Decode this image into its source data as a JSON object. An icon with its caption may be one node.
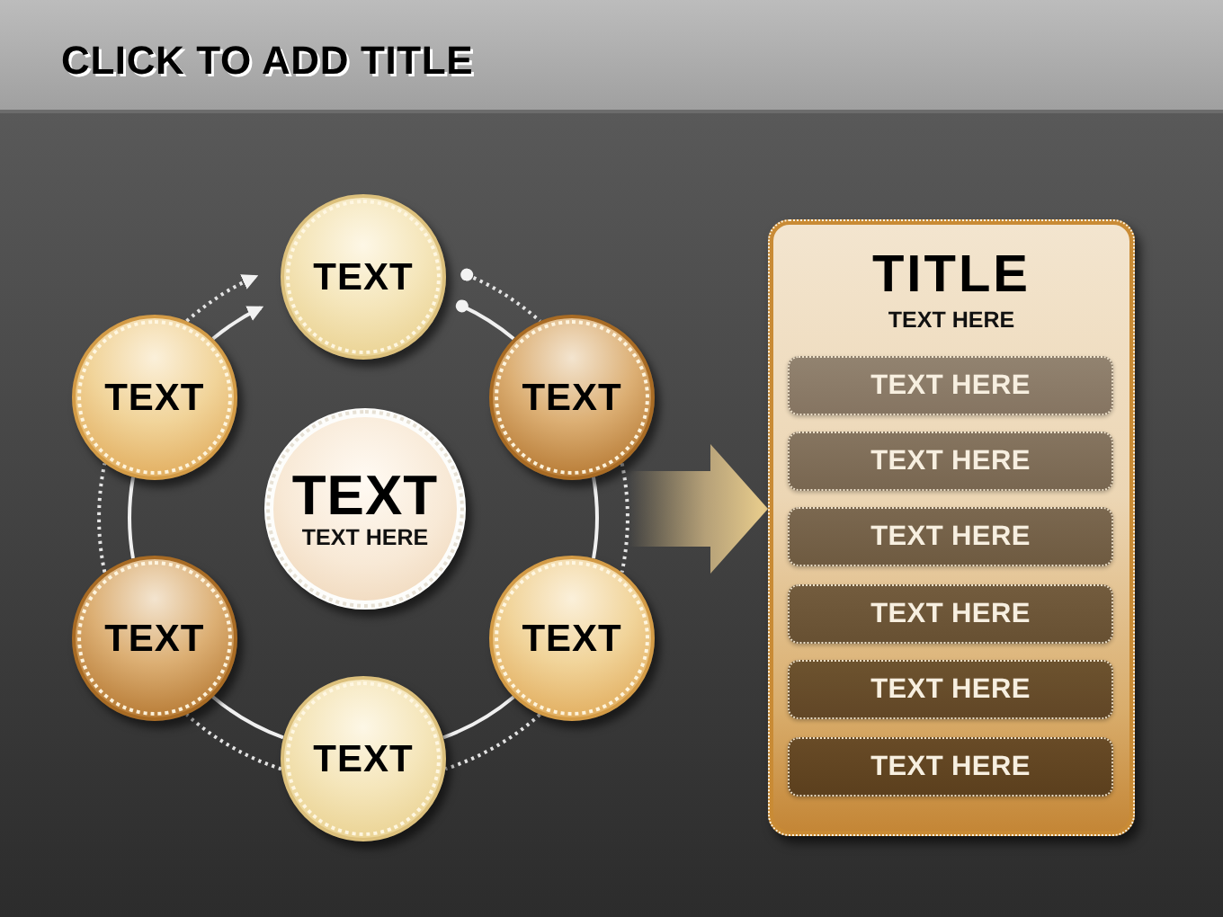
{
  "diagram": {
    "title": "CLICK TO ADD TITLE",
    "nodes": [
      {
        "text": [
          "TEXT"
        ]
      },
      {
        "text": [
          "TEXT"
        ]
      },
      {
        "text": [
          "TEXT"
        ]
      },
      {
        "text": [
          "TEXT",
          "TEXT HERE"
        ]
      },
      {
        "text": [
          "TEXT"
        ]
      },
      {
        "text": [
          "TEXT"
        ]
      },
      {
        "text": [
          "TEXT"
        ]
      },
      {
        "text": [
          "TITLE",
          "TEXT HERE"
        ]
      },
      {
        "text": [
          "TEXT HERE"
        ],
        "in": 7
      },
      {
        "text": [
          "TEXT HERE"
        ],
        "in": 7
      },
      {
        "text": [
          "TEXT HERE"
        ],
        "in": 7
      },
      {
        "text": [
          "TEXT HERE"
        ],
        "in": 7
      },
      {
        "text": [
          "TEXT HERE"
        ],
        "in": 7
      },
      {
        "text": [
          "TEXT HERE"
        ],
        "in": 7
      }
    ],
    "edges": [
      {
        "from": 0,
        "to": 2,
        "arrow": "other"
      },
      {
        "from": 0,
        "to": 2,
        "arrow": "other",
        "style": "dashed"
      },
      {
        "from": 2,
        "to": 5,
        "arrow": "none"
      },
      {
        "from": 2,
        "to": 5,
        "arrow": "none",
        "style": "dashed"
      },
      {
        "from": 5,
        "to": 6,
        "arrow": "none"
      },
      {
        "from": 5,
        "to": 6,
        "arrow": "none",
        "style": "dashed"
      },
      {
        "from": 6,
        "to": 4,
        "arrow": "none"
      },
      {
        "from": 6,
        "to": 4,
        "arrow": "none",
        "style": "dashed"
      },
      {
        "from": 4,
        "to": 1,
        "arrow": "none"
      },
      {
        "from": 4,
        "to": 1,
        "arrow": "none",
        "style": "dashed"
      },
      {
        "from": 1,
        "to": 0,
        "arrow": "to"
      },
      {
        "from": 1,
        "to": 0,
        "arrow": "to",
        "style": "dashed"
      },
      {
        "from": null,
        "to": 7,
        "arrow": "to",
        "style": "thick"
      }
    ]
  }
}
